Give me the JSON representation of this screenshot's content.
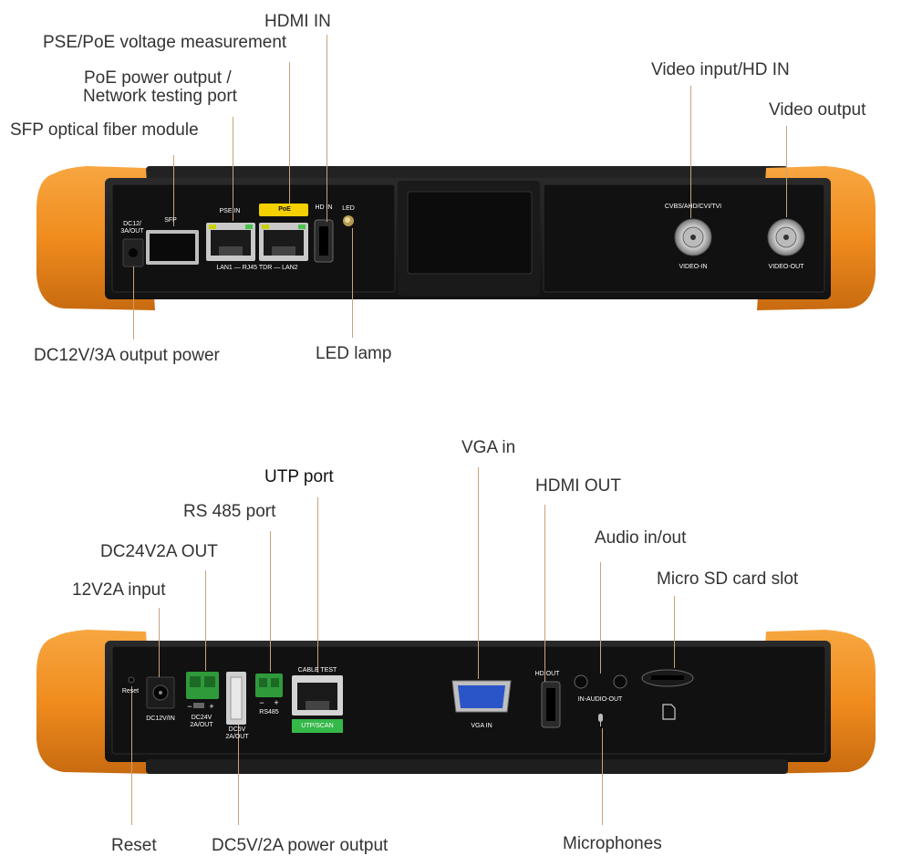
{
  "top_callouts": {
    "hdmi_in": "HDMI IN",
    "pse_voltage": "PSE/PoE voltage measurement",
    "poe_output_line1": "PoE power output /",
    "poe_output_line2": "Network testing port",
    "sfp_module": "SFP optical fiber module",
    "video_input": "Video input/HD IN",
    "video_output": "Video output",
    "dc12_output": "DC12V/3A output power",
    "led_lamp": "LED lamp"
  },
  "top_panel_labels": {
    "dc12": "DC12/\n3A/OUT",
    "sfp": "SFP",
    "pse_in": "PSE IN",
    "poe_badge": "PoE",
    "hd_in": "HD IN",
    "led": "LED",
    "lan_caption": "LAN1 — RJ45 TDR — LAN2",
    "cvbs": "CVBS/AHD/CVI/TVI",
    "video_in": "VIDEO-IN",
    "video_out": "VIDEO-OUT"
  },
  "bottom_callouts": {
    "vga_in": "VGA in",
    "utp_port": "UTP port",
    "hdmi_out": "HDMI OUT",
    "rs485": "RS 485 port",
    "audio": "Audio in/out",
    "dc24": "DC24V2A OUT",
    "micro_sd": "Micro SD card slot",
    "input_12v": "12V2A input",
    "reset": "Reset",
    "dc5v": "DC5V/2A power output",
    "microphones": "Microphones"
  },
  "bottom_panel_labels": {
    "reset": "Reset",
    "dc12vin": "DC12V/IN",
    "dc24v": "DC24V\n2A/OUT",
    "dc5v": "DC5V\n2A/OUT",
    "rs485": "RS485",
    "cable_test": "CABLE TEST",
    "utp_scan": "UTP/SCAN",
    "vga_in": "VGA IN",
    "hd_out": "HD OUT",
    "in_audio_out": "IN-AUDIO-OUT",
    "minus": "−",
    "plus": "+"
  },
  "colors": {
    "bumper": "#f08c1e",
    "body": "#1c1c1c",
    "panel": "#141414",
    "leader": "#c9a27a",
    "poe_badge": "#f5d000",
    "terminal_green": "#2f9a3a",
    "utp_green": "#35b84a",
    "vga_blue": "#2a55c8"
  }
}
